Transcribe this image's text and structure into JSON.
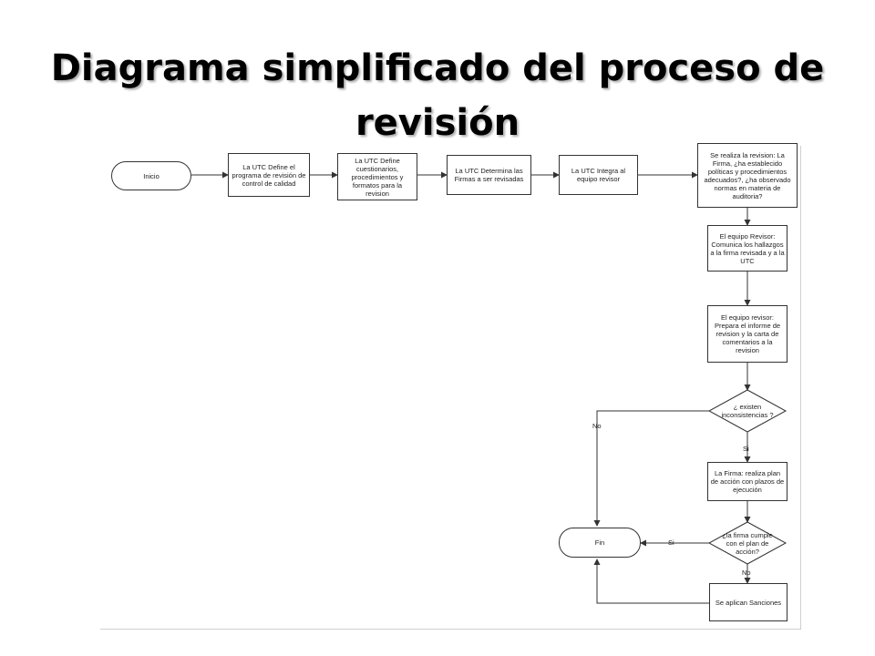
{
  "title": {
    "line1": "Diagrama simplificado del proceso de",
    "line2": "revisión"
  },
  "nodes": {
    "inicio": "Inicio",
    "n1": "La UTC Define el programa de revisión de control de calidad",
    "n2": "La UTC Define cuestionarios, procedimientos y formatos para la revision",
    "n3": "La UTC Determina las Firmas a ser revisadas",
    "n4": "La UTC Integra al equipo revisor",
    "n5": "Se realiza la revision: La Firma, ¿ha establecido políticas y procedimientos adecuados?, ¿ha observado normas en materia de auditoria?",
    "n6": "El equipo Revisor: Comunica los hallazgos a la firma revisada y a la UTC",
    "n7": "El equipo revisor: Prepara el informe de revision y la carta de comentarios a la revision",
    "d1": "¿ existen inconsistencias ?",
    "n8": "La Firma: realiza plan de acción con plazos de ejecución",
    "d2": "¿la firma cumple con el plan de acción?",
    "fin": "Fin",
    "n9": "Se aplican Sanciones"
  },
  "edge_labels": {
    "d1_no": "No",
    "d1_si": "Si",
    "d2_si": "Si",
    "d2_no": "No"
  }
}
